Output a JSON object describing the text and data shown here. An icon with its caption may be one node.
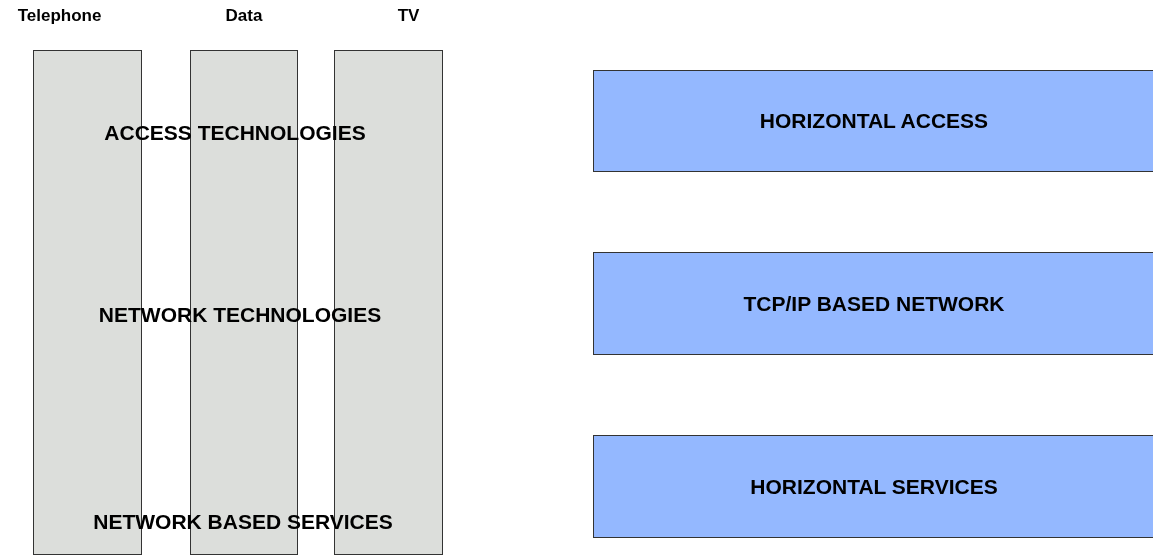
{
  "diagram": {
    "nodes": [
      {
        "text": [
          "Telephone"
        ]
      },
      {
        "text": [
          "Data"
        ]
      },
      {
        "text": [
          "TV"
        ]
      },
      {
        "text": [
          "HORIZONTAL ACCESS"
        ]
      },
      {
        "text": [
          "TCP/IP BASED NETWORK"
        ]
      },
      {
        "text": [
          "HORIZONTAL SERVICES"
        ]
      }
    ],
    "edges": [],
    "labels": [
      "ACCESS TECHNOLOGIES",
      "NETWORK TECHNOLOGIES",
      "NETWORK BASED SERVICES"
    ]
  }
}
